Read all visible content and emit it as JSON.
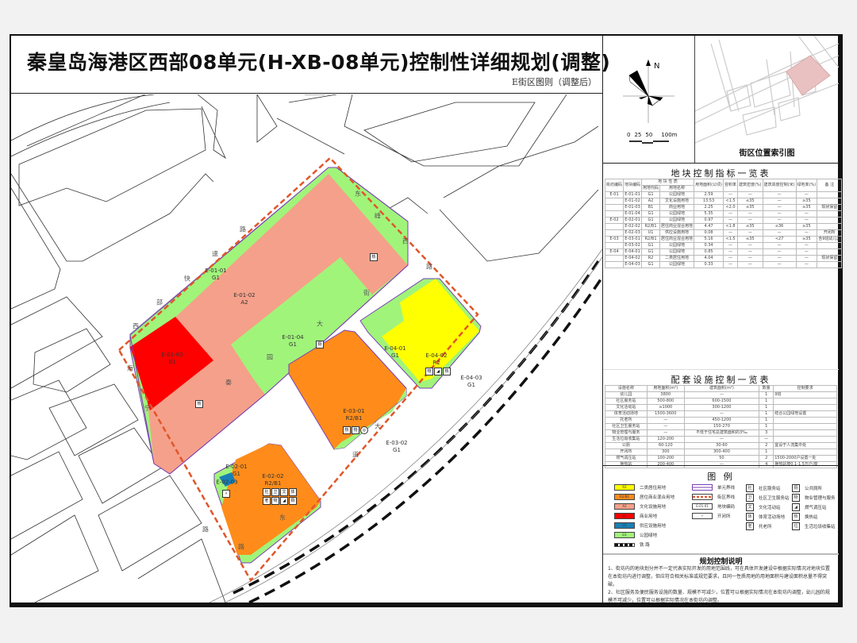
{
  "header": {
    "title": "秦皇岛海港区西部08单元(H-XB-08单元)控制性详细规划(调整)",
    "subtitle": "E街区图则（调整后）"
  },
  "compass": {
    "north_label": "N",
    "scale_labels": [
      "0",
      "25",
      "50",
      "100m"
    ]
  },
  "index_map": {
    "title": "街区位置索引图",
    "highlight_color": "#e9c1c1"
  },
  "colors": {
    "R2": "#ffff00",
    "R2B1": "#ff8c1a",
    "A2": "#f5a08a",
    "B1": "#ff0000",
    "U1": "#1a7fb5",
    "G1": "#a0f47a",
    "boundary": "#e0562a",
    "plot_line": "#7a3fb5"
  },
  "map": {
    "road_labels": {
      "north_road": [
        "西",
        "部",
        "快",
        "速",
        "路"
      ],
      "east_road": [
        "东",
        "峰",
        "西",
        "路"
      ],
      "middle_street": [
        "大",
        "街"
      ],
      "middle_street_2": [
        "园",
        "秦",
        "街"
      ],
      "west_road": [
        "海",
        "宁",
        "路"
      ],
      "south_road": [
        "大",
        "道",
        "东",
        "路"
      ]
    },
    "plots": [
      {
        "id": "E-01-01",
        "code": "G1"
      },
      {
        "id": "E-01-02",
        "code": "A2"
      },
      {
        "id": "E-01-03",
        "code": "B1"
      },
      {
        "id": "E-01-04",
        "code": "G1"
      },
      {
        "id": "E-02-01",
        "code": "G1"
      },
      {
        "id": "E-02-02",
        "code": "R2/B1"
      },
      {
        "id": "E-02-03",
        "code": "U1"
      },
      {
        "id": "E-03-01",
        "code": "R2/B1"
      },
      {
        "id": "E-03-02",
        "code": "G1"
      },
      {
        "id": "E-04-01",
        "code": "G1"
      },
      {
        "id": "E-04-02",
        "code": "R2"
      },
      {
        "id": "E-04-03",
        "code": "G1"
      }
    ],
    "facility_icons": {
      "e0102": [
        "热"
      ],
      "e0102b": [
        "热"
      ],
      "e0104": [
        "厕"
      ],
      "e0301": [
        "热",
        "物",
        "◎"
      ],
      "e0402": [
        "物",
        "◢",
        "热"
      ],
      "e0202": [
        "社",
        "卫",
        "文",
        "体",
        "老",
        "物",
        "◢",
        "厕"
      ],
      "e0203": [
        "⚡"
      ]
    }
  },
  "plot_table": {
    "title": "地块控制指标一览表",
    "headers": [
      "街坊编码",
      "地块编码",
      "用地代码",
      "用地名称",
      "用地面积(公顷)",
      "容积率",
      "建筑密度(%)",
      "建筑高度控制(米)",
      "绿地率(%)",
      "备 注"
    ],
    "group_header": "地 块 性 质",
    "rows": [
      [
        "E-01",
        "E-01-01",
        "G1",
        "公园绿地",
        "2.59",
        "—",
        "—",
        "—",
        "—",
        ""
      ],
      [
        "",
        "E-01-02",
        "A2",
        "文化设施用地",
        "13.53",
        "<1.5",
        "≤35",
        "—",
        "≥35",
        ""
      ],
      [
        "",
        "E-01-03",
        "B1",
        "商业用地",
        "2.25",
        "<2.0",
        "≤35",
        "—",
        "≥35",
        "现状保留"
      ],
      [
        "",
        "E-01-04",
        "G1",
        "公园绿地",
        "5.35",
        "—",
        "—",
        "—",
        "—",
        ""
      ],
      [
        "E-02",
        "E-02-01",
        "G1",
        "公园绿地",
        "0.97",
        "—",
        "—",
        "—",
        "—",
        ""
      ],
      [
        "",
        "E-02-02",
        "R2/B1",
        "居住商业混合用地",
        "4.47",
        "<1.8",
        "≤35",
        "≤36",
        "≥35",
        ""
      ],
      [
        "",
        "E-02-03",
        "U1",
        "供应设施用地",
        "0.08",
        "—",
        "—",
        "—",
        "—",
        "开闭所"
      ],
      [
        "E-03",
        "E-03-01",
        "R2/B1",
        "居住商业混合用地",
        "5.16",
        "<1.5",
        "≤35",
        "<27",
        "≥35",
        "含9班幼儿园"
      ],
      [
        "",
        "E-03-02",
        "G1",
        "公园绿地",
        "0.34",
        "—",
        "—",
        "—",
        "—",
        ""
      ],
      [
        "E-04",
        "E-04-01",
        "G1",
        "公园绿地",
        "0.85",
        "—",
        "—",
        "—",
        "—",
        ""
      ],
      [
        "",
        "E-04-02",
        "R2",
        "二类居住用地",
        "4.04",
        "—",
        "—",
        "—",
        "—",
        "现状保留"
      ],
      [
        "",
        "E-04-03",
        "G1",
        "公园绿地",
        "0.33",
        "—",
        "—",
        "—",
        "—",
        ""
      ]
    ]
  },
  "facility_table": {
    "title": "配套设施控制一览表",
    "headers": [
      "设施名称",
      "用地面积(m²)",
      "建筑面积(m²)",
      "数量",
      "控制要求"
    ],
    "rows": [
      [
        "幼儿园",
        "3800",
        "—",
        "1",
        "9班"
      ],
      [
        "社区服务站",
        "500-800",
        "600-1500",
        "1",
        ""
      ],
      [
        "文化活动站",
        "≥1000",
        "300-1200",
        "1",
        ""
      ],
      [
        "体育活动场地",
        "1500-3600",
        "—",
        "1",
        "结合公园绿地设置"
      ],
      [
        "托老所",
        "—",
        "450-1200",
        "1",
        ""
      ],
      [
        "社区卫生服务站",
        "—",
        "150-270",
        "1",
        ""
      ],
      [
        "物业管理与服务",
        "—",
        "不低于住宅总建筑面积的3‰",
        "3",
        ""
      ],
      [
        "生活垃圾收集站",
        "120-200",
        "—",
        "—",
        ""
      ],
      [
        "公厕",
        "60-120",
        "30-60",
        "2",
        "宜设于人流集中处"
      ],
      [
        "开闭所",
        "300",
        "300-400",
        "1",
        ""
      ],
      [
        "燃气调压站",
        "100-200",
        "50",
        "2",
        "1500-2000户设置一处"
      ],
      [
        "换热站",
        "200-400",
        "—",
        "4",
        "换热站按0.1-1.5万户/座"
      ]
    ]
  },
  "legend": {
    "title": "图 例",
    "land_use": [
      {
        "code": "R2",
        "label": "二类居住用地",
        "color": "#ffff00"
      },
      {
        "code": "R2/B1",
        "label": "居住商业混合用地",
        "color": "#ff8c1a"
      },
      {
        "code": "A2",
        "label": "文化设施用地",
        "color": "#f5a08a"
      },
      {
        "code": "B1",
        "label": "商业用地",
        "color": "#ff0000"
      },
      {
        "code": "U1",
        "label": "供应设施用地",
        "color": "#1a7fb5"
      },
      {
        "code": "G1",
        "label": "公园绿地",
        "color": "#a0f47a"
      },
      {
        "code": "",
        "label": "铁 路",
        "color": "#ffffff"
      }
    ],
    "lines": [
      {
        "label": "单元界线",
        "symbol": "solid-purple"
      },
      {
        "label": "街区界线",
        "symbol": "dashed-red"
      },
      {
        "label": "地块编码",
        "symbol": "E-01-01"
      },
      {
        "label": "开闭所",
        "symbol": "⚡"
      }
    ],
    "facilities_col1": [
      {
        "glyph": "社",
        "label": "社区服务站"
      },
      {
        "glyph": "卫",
        "label": "社区卫生服务站"
      },
      {
        "glyph": "文",
        "label": "文化活动站"
      },
      {
        "glyph": "体",
        "label": "体育活动场地"
      },
      {
        "glyph": "老",
        "label": "托老所"
      }
    ],
    "facilities_col2": [
      {
        "glyph": "厕",
        "label": "公共厕所"
      },
      {
        "glyph": "物",
        "label": "物业管理与服务"
      },
      {
        "glyph": "◢",
        "label": "燃气调压站"
      },
      {
        "glyph": "热",
        "label": "换热站"
      },
      {
        "glyph": "垃",
        "label": "生活垃圾收集站"
      }
    ]
  },
  "notes": {
    "title": "规划控制说明",
    "items": [
      "1、街坊内的地块划分并不一定代表实际开发的用地范围线，可在具体开发建设中根据实际情况对地块位置在本街坊内进行调整，但应符合相关标准或规范要求，且同一性质用地的用地面积与建设面积总量不得突破。",
      "2、社区服务及便民服务设施的数量、规模不可减少，位置可以根据实际情况在本街坊内调整，幼儿园的规模不可减少，位置可以根据实际情况在本街坊内调整。"
    ]
  }
}
